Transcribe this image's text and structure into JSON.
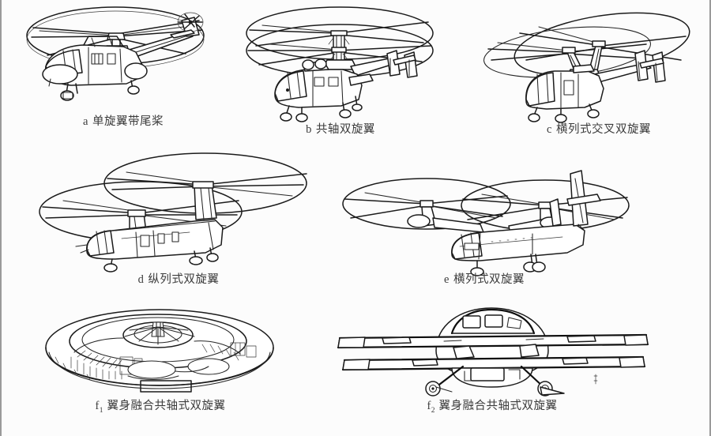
{
  "figure": {
    "kind": "technical-line-drawing-plate",
    "background_color": "#fcfcfc",
    "line_color": "#1b1b1b",
    "border_color": "#9a9a9a",
    "panel_count": 6
  },
  "panels": [
    {
      "id": "a",
      "letter": "a",
      "subscript": "",
      "caption": "单旋翼带尾桨",
      "subject": "single main rotor helicopter with tail rotor"
    },
    {
      "id": "b",
      "letter": "b",
      "subscript": "",
      "caption": "共轴双旋翼",
      "subject": "coaxial twin rotor helicopter"
    },
    {
      "id": "c",
      "letter": "c",
      "subscript": "",
      "caption": "横列式交叉双旋翼",
      "subject": "side-by-side intermeshing twin rotor helicopter"
    },
    {
      "id": "d",
      "letter": "d",
      "subscript": "",
      "caption": "纵列式双旋翼",
      "subject": "tandem twin rotor helicopter"
    },
    {
      "id": "e",
      "letter": "e",
      "subscript": "",
      "caption": "横列式双旋翼",
      "subject": "side-by-side twin rotor helicopter"
    },
    {
      "id": "f1",
      "letter": "f",
      "subscript": "1",
      "caption": "翼身融合共轴式双旋翼",
      "subject": "blended wing body coaxial twin rotor cutaway view"
    },
    {
      "id": "f2",
      "letter": "f",
      "subscript": "2",
      "caption": "翼身融合共轴式双旋翼",
      "subject": "blended wing body coaxial twin rotor front view"
    }
  ]
}
